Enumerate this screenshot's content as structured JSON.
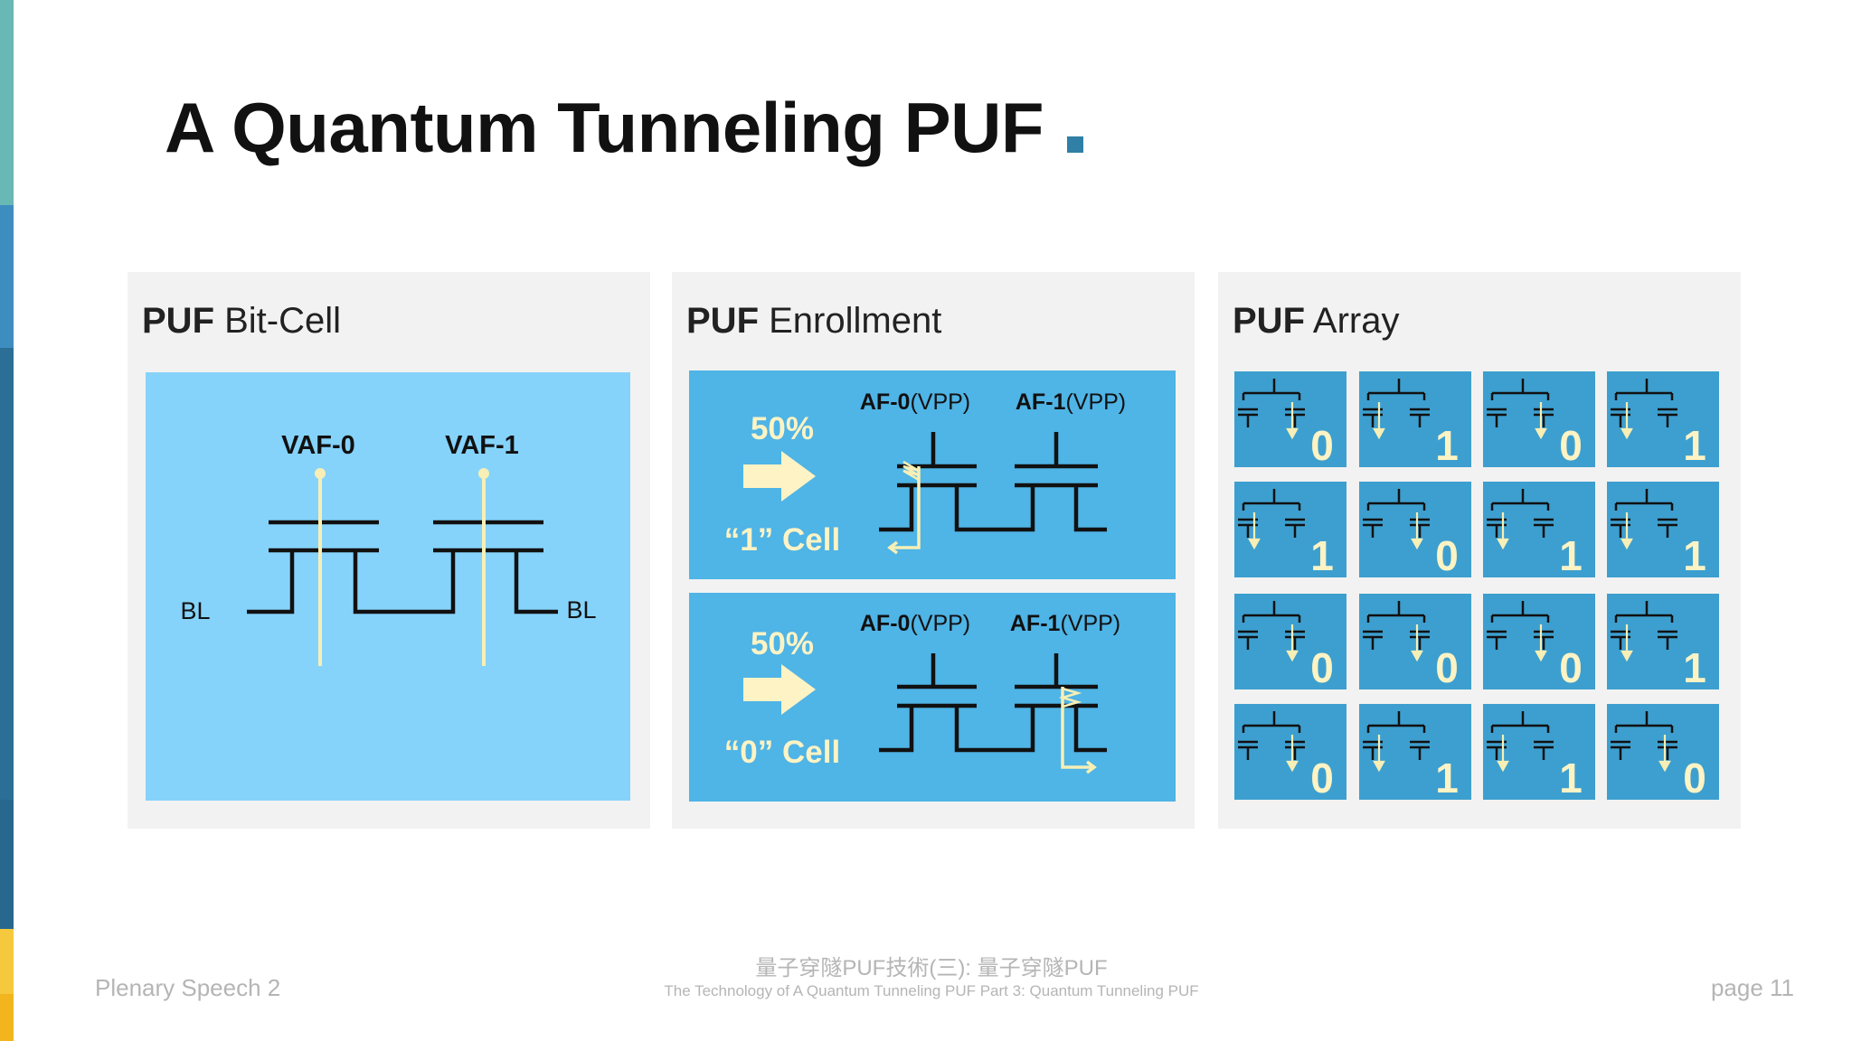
{
  "title": "A Quantum Tunneling PUF",
  "colors": {
    "title_dot": "#2f7fa6",
    "bitcell_bg": "#85d3fb",
    "enroll_bg": "#4fb4e6",
    "array_cell_bg": "#3d9fcf",
    "gate_line": "#f7efb5",
    "arrow_fill": "#fdf3c4",
    "sidebar_segments": [
      "#68b8b5",
      "#3e8dbf",
      "#2b6f96",
      "#28688e",
      "#f6c83d",
      "#f2b51d"
    ]
  },
  "bitcell": {
    "heading_bold": "PUF",
    "heading_rest": " Bit-Cell",
    "gate_left": "VAF-0",
    "gate_right": "VAF-1",
    "bl_left": "BL",
    "bl_right": "BL"
  },
  "enrollment": {
    "heading_bold": "PUF",
    "heading_rest": " Enrollment",
    "cases": [
      {
        "percent": "50%",
        "cell_label": "“1” Cell",
        "af0_bold": "AF-0",
        "af0_rest": "(VPP)",
        "af1_bold": "AF-1",
        "af1_rest": "(VPP)",
        "broken": "left"
      },
      {
        "percent": "50%",
        "cell_label": "“0” Cell",
        "af0_bold": "AF-0",
        "af0_rest": "(VPP)",
        "af1_bold": "AF-1",
        "af1_rest": "(VPP)",
        "broken": "right"
      }
    ]
  },
  "array": {
    "heading_bold": "PUF",
    "heading_rest": " Array",
    "bits": [
      [
        "0",
        "1",
        "0",
        "1"
      ],
      [
        "1",
        "0",
        "1",
        "1"
      ],
      [
        "0",
        "0",
        "0",
        "1"
      ],
      [
        "0",
        "1",
        "1",
        "0"
      ]
    ]
  },
  "footer": {
    "left": "Plenary Speech 2",
    "center_line1": "量子穿隧PUF技術(三): 量子穿隧PUF",
    "center_line2": "The Technology of A Quantum Tunneling PUF Part 3: Quantum Tunneling PUF",
    "right": "page 11"
  }
}
